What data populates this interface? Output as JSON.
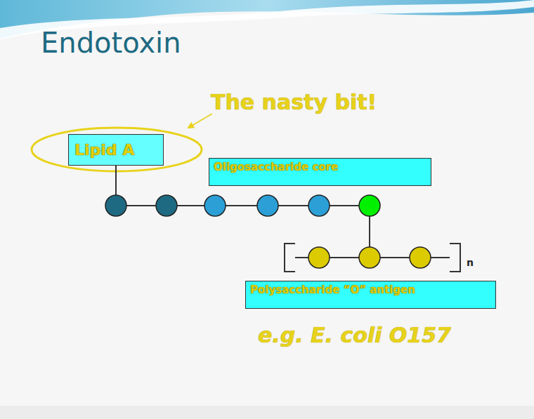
{
  "diagram": {
    "title": "Endotoxin",
    "nodes": [
      {
        "text": [
          "Lipid A"
        ]
      },
      {
        "text": [
          "Oligosaccharide core"
        ]
      },
      {
        "text": [
          "Polysaccharide “O” antigen"
        ]
      }
    ],
    "labels": [
      "The nasty bit!",
      "n",
      "e.g. E. coli O157"
    ]
  }
}
